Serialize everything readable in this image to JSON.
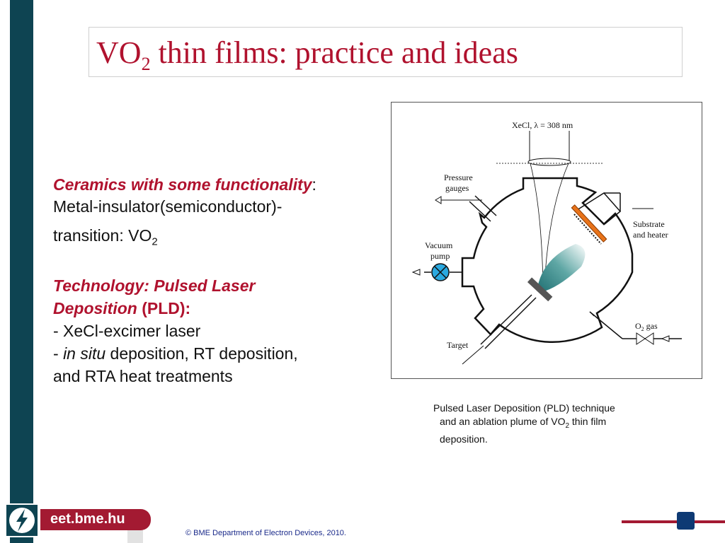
{
  "title": {
    "main": "VO",
    "sub": "2",
    "rest": " thin films: practice and ideas"
  },
  "body": {
    "ceramics_label": "Ceramics with some functionality",
    "ceramics_colon": ":",
    "mit_line1": "Metal-insulator(semiconductor)-",
    "mit_line2_main": "transition: VO",
    "mit_line2_sub": "2",
    "tech_label_1": "Technology: Pulsed Laser",
    "tech_label_2": "Deposition",
    "tech_label_paren": " (PLD):",
    "bullet1": "- XeCl-excimer laser",
    "bullet2_dash": "- ",
    "bullet2_italic": "in situ",
    "bullet2_rest": " deposition, RT deposition,",
    "bullet2_line2": "and RTA heat treatments"
  },
  "figure": {
    "laser_label": "XeCl, λ = 308 nm",
    "pressure_label_1": "Pressure",
    "pressure_label_2": "gauges",
    "substrate_label_1": "Substrate",
    "substrate_label_2": "and heater",
    "vacuum_label_1": "Vacuum",
    "vacuum_label_2": "pump",
    "target_label": "Target",
    "o2_main": "O",
    "o2_sub": "2",
    "o2_rest": " gas",
    "colors": {
      "chamber": "#111111",
      "heater": "#e8731a",
      "pump": "#2aa9e0",
      "plume": "#2a8a8a",
      "target": "#555555"
    }
  },
  "caption": {
    "line1": "Pulsed Laser Deposition (PLD) technique",
    "line2_main": "and an ablation plume of VO",
    "line2_sub": "2",
    "line2_rest": " thin film",
    "line3": "deposition."
  },
  "footer": {
    "site": "eet.bme.hu",
    "copyright": "© BME Department of Electron Devices, 2010.",
    "logo_icon": "lightning-bolt-icon",
    "colors": {
      "bar": "#0e4452",
      "accent": "#a31a32",
      "box": "#0e3a74"
    }
  }
}
